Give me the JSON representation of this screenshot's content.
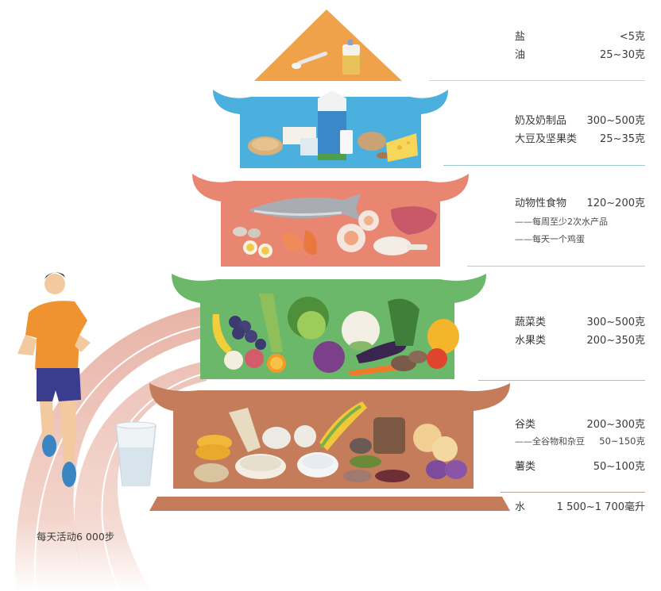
{
  "colors": {
    "tier1_oil_salt": "#f0a24a",
    "tier2_dairy_soy": "#4bb0dd",
    "tier3_animal": "#e98672",
    "tier4_veg_fruit": "#6cb86a",
    "tier5_grains": "#c47c5b",
    "tier6_water": "#c47c5b",
    "track": "#e4a698",
    "sep1": "#e8cf9c",
    "sep2": "#9fc9d8",
    "sep3": "#e8b8a8",
    "sep4": "#9fc6b8",
    "sep5": "#b5a398"
  },
  "pyramid": {
    "tiers": [
      {
        "id": "oil-salt",
        "items": [
          {
            "name": "盐",
            "amount": "<5克"
          },
          {
            "name": "油",
            "amount": "25~30克"
          }
        ],
        "foods": [
          "salt-spoon",
          "oil-jug"
        ]
      },
      {
        "id": "dairy-soy",
        "items": [
          {
            "name": "奶及奶制品",
            "amount": "300~500克"
          },
          {
            "name": "大豆及坚果类",
            "amount": "25~35克"
          }
        ],
        "foods": [
          "soybeans",
          "tofu",
          "milk-carton",
          "milk-glass",
          "nuts",
          "cheese"
        ]
      },
      {
        "id": "animal",
        "items": [
          {
            "name": "动物性食物",
            "amount": "120~200克"
          }
        ],
        "notes": [
          "——每周至少2次水产品",
          "——每天一个鸡蛋"
        ],
        "foods": [
          "quail-eggs",
          "boiled-egg",
          "fish",
          "shrimp",
          "scallop",
          "red-meat",
          "chicken-leg"
        ]
      },
      {
        "id": "veg-fruit",
        "items": [
          {
            "name": "蔬菜类",
            "amount": "300~500克"
          },
          {
            "name": "水果类",
            "amount": "200~350克"
          }
        ],
        "foods": [
          "banana",
          "grapes",
          "apple",
          "peach",
          "orange",
          "celery",
          "cabbage",
          "purple-cabbage",
          "cauliflower",
          "eggplant",
          "carrot",
          "mushrooms",
          "spinach",
          "bell-pepper",
          "tomato"
        ]
      },
      {
        "id": "grains",
        "items": [
          {
            "name": "谷类",
            "amount": "200~300克"
          },
          {
            "name": "薯类",
            "amount": "50~100克"
          }
        ],
        "notes": [
          {
            "text": "——全谷物和杂豆",
            "amount": "50~150克"
          }
        ],
        "foods": [
          "cornbread",
          "noodles",
          "steamed-bun",
          "taro",
          "rice-bowl",
          "flour-bowl",
          "corn",
          "brown-bread",
          "beans",
          "potato",
          "sweet-potato"
        ]
      },
      {
        "id": "water",
        "items": [
          {
            "name": "水",
            "amount": "1 500~1 700毫升"
          }
        ],
        "foods": [
          "water-glass"
        ]
      }
    ]
  },
  "activity": {
    "label": "每天活动6 000步",
    "figure": "jogging-man"
  }
}
